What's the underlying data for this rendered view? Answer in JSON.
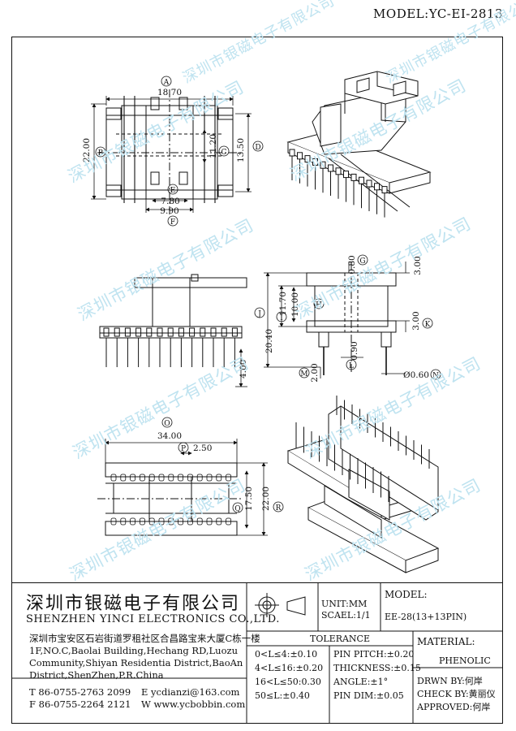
{
  "header": {
    "model_label": "MODEL:YC-EI-2813"
  },
  "dims": {
    "top_view": {
      "a": "18.70",
      "a_tag": "A",
      "b": "22.00",
      "b_tag": "B",
      "c": "11.20",
      "c_tag": "C",
      "d": "13.50",
      "d_tag": "D",
      "e": "7.80",
      "e_tag": "E",
      "f": "9.90",
      "f_tag": "F"
    },
    "side_view": {
      "g": "0.80",
      "g_tag": "G",
      "h": "10.00",
      "h_tag": "H",
      "i": "11.70",
      "i_tag": "I",
      "j": "20.40",
      "j_tag": "J",
      "k": "3.00",
      "k_tag": "K",
      "top_k": "3.00",
      "l": "0.90",
      "l_tag": "L",
      "m": "2.00",
      "m_tag": "M",
      "n": "Ø0.60",
      "n_tag": "N",
      "front_pin": "4.00"
    },
    "bottom_view": {
      "o": "34.00",
      "o_tag": "O",
      "p": "2.50",
      "p_tag": "P",
      "q": "17.50",
      "q_tag": "Q",
      "r": "22.00",
      "r_tag": "R"
    }
  },
  "watermarks": [
    "深圳市银磁电子有限公司",
    "深圳市银磁电子有限公司",
    "深圳市银磁电子有限公司",
    "深圳市银磁电子有限公司",
    "深圳市银磁电子有限公司",
    "深圳市银磁电子有限公司",
    "深圳市银磁电子有限公司",
    "深圳市银磁电子有限公司",
    "深圳市银磁电子有限公司",
    "深圳市银磁电子有限公司"
  ],
  "title_block": {
    "company_cn": "深圳市银磁电子有限公司",
    "company_en": "SHENZHEN YINCI ELECTRONICS CO.,LTD.",
    "address": [
      "深圳市宝安区石岩街道罗租社区合昌路宝来大厦C栋一楼",
      "1F,NO.C,Baolai Building,Hechang RD,Luozu",
      "Community,Shiyan Residentia District,BaoAn",
      "District,ShenZhen,P.R.China"
    ],
    "tel": "T 86-0755-2763 2099",
    "fax": "F 86-0755-2264 2121",
    "email": "E ycdianzi@163.com",
    "web": "W www.ycbobbin.com",
    "unit": "UNIT:MM",
    "scale": "SCAEL:1/1",
    "model_label": "MODEL:",
    "model_value": "EE-28(13+13PIN)",
    "tolerance_title": "TOLERANCE",
    "tolerance_rows": [
      "0<L≤4:±0.10",
      "4<L≤16:±0.20",
      "16<L≤50:0.30",
      "50≤L:±0.40"
    ],
    "tolerance_right": [
      "PIN PITCH:±0.20",
      "THICKNESS:±0.15",
      "ANGLE:±1°",
      "PIN DIM:±0.05"
    ],
    "material_label": "MATERIAL:",
    "material_value": "PHENOLIC",
    "drawn_by": "DRWN BY:何岸",
    "check_by": "CHECK BY:黄丽仪",
    "approved": "APPROVED:何岸"
  }
}
